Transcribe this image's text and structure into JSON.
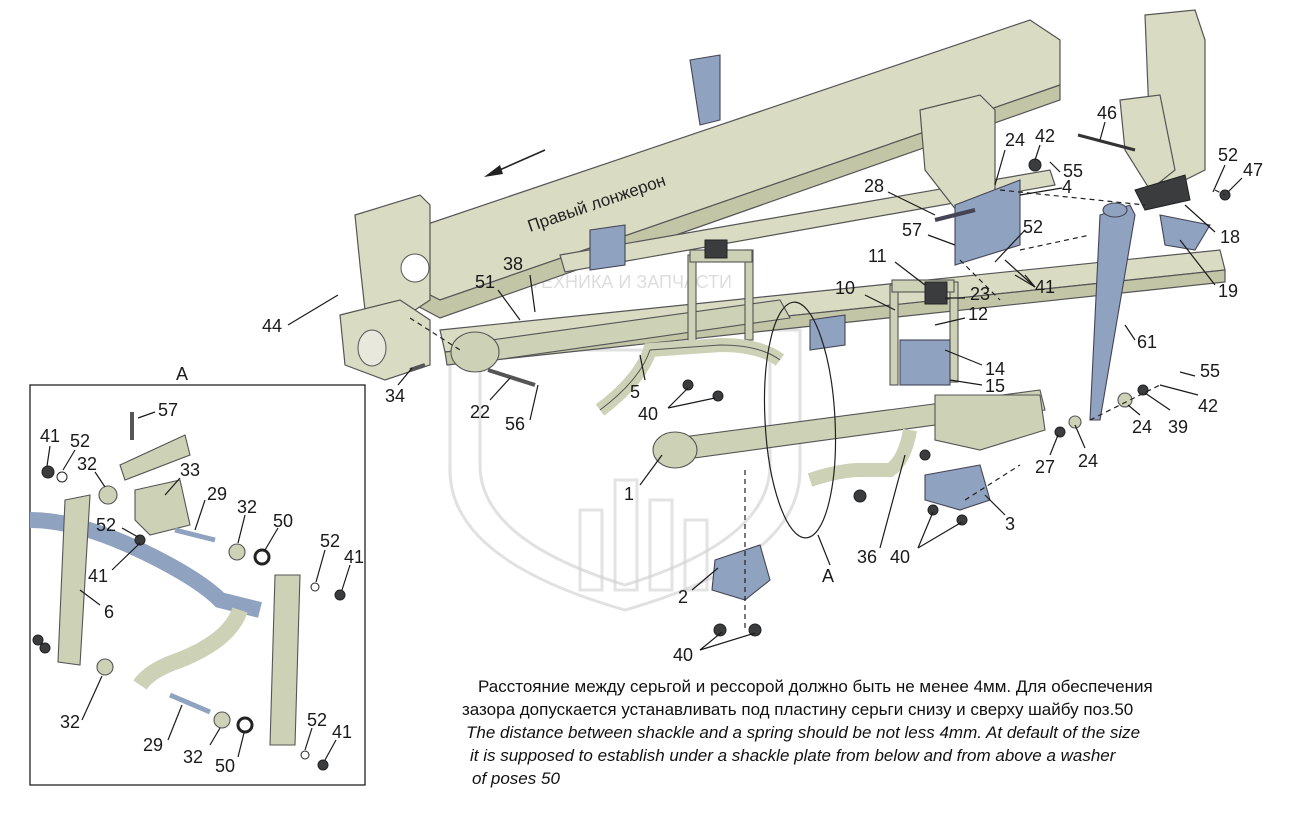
{
  "rail_label": "Правый лонжерон",
  "view_label": "A",
  "inset_title": "A",
  "watermark_text": "ТЕХНИКА И ЗАПЧАСТИ",
  "callouts": {
    "c1": "1",
    "c2": "2",
    "c3": "3",
    "c4": "4",
    "c5": "5",
    "c10": "10",
    "c11": "11",
    "c12": "12",
    "c14": "14",
    "c15": "15",
    "c18": "18",
    "c19": "19",
    "c22": "22",
    "c23": "23",
    "c24a": "24",
    "c24b": "24",
    "c24c": "24",
    "c27": "27",
    "c28": "28",
    "c34": "34",
    "c36": "36",
    "c38": "38",
    "c39": "39",
    "c40a": "40",
    "c40b": "40",
    "c40c": "40",
    "c41a": "41",
    "c42a": "42",
    "c42b": "42",
    "c44": "44",
    "c46": "46",
    "c47": "47",
    "c51": "51",
    "c52a": "52",
    "c52b": "52",
    "c55a": "55",
    "c55b": "55",
    "c56": "56",
    "c57a": "57",
    "c61": "61"
  },
  "inset_callouts": {
    "i57": "57",
    "i41a": "41",
    "i52a": "52",
    "i32a": "32",
    "i33": "33",
    "i29a": "29",
    "i32b": "32",
    "i50a": "50",
    "i52b": "52",
    "i41b": "41",
    "i52c": "52",
    "i41c": "41",
    "i6": "6",
    "i32c": "32",
    "i29b": "29",
    "i32d": "32",
    "i50b": "50",
    "i52d": "52",
    "i41d": "41"
  },
  "note": {
    "ru_line1": "Расстояние между серьгой и рессорой должно быть не менее 4мм. Для обеспечения",
    "ru_line2": "зазора допускается устанавливать под пластину серьги снизу и сверху шайбу поз.50",
    "en_line1": "The distance between shackle and a spring should be not less 4mm. At default of the size",
    "en_line2": "it is supposed to establish under a shackle plate from below and from above a washer",
    "en_line3": "of poses 50"
  }
}
